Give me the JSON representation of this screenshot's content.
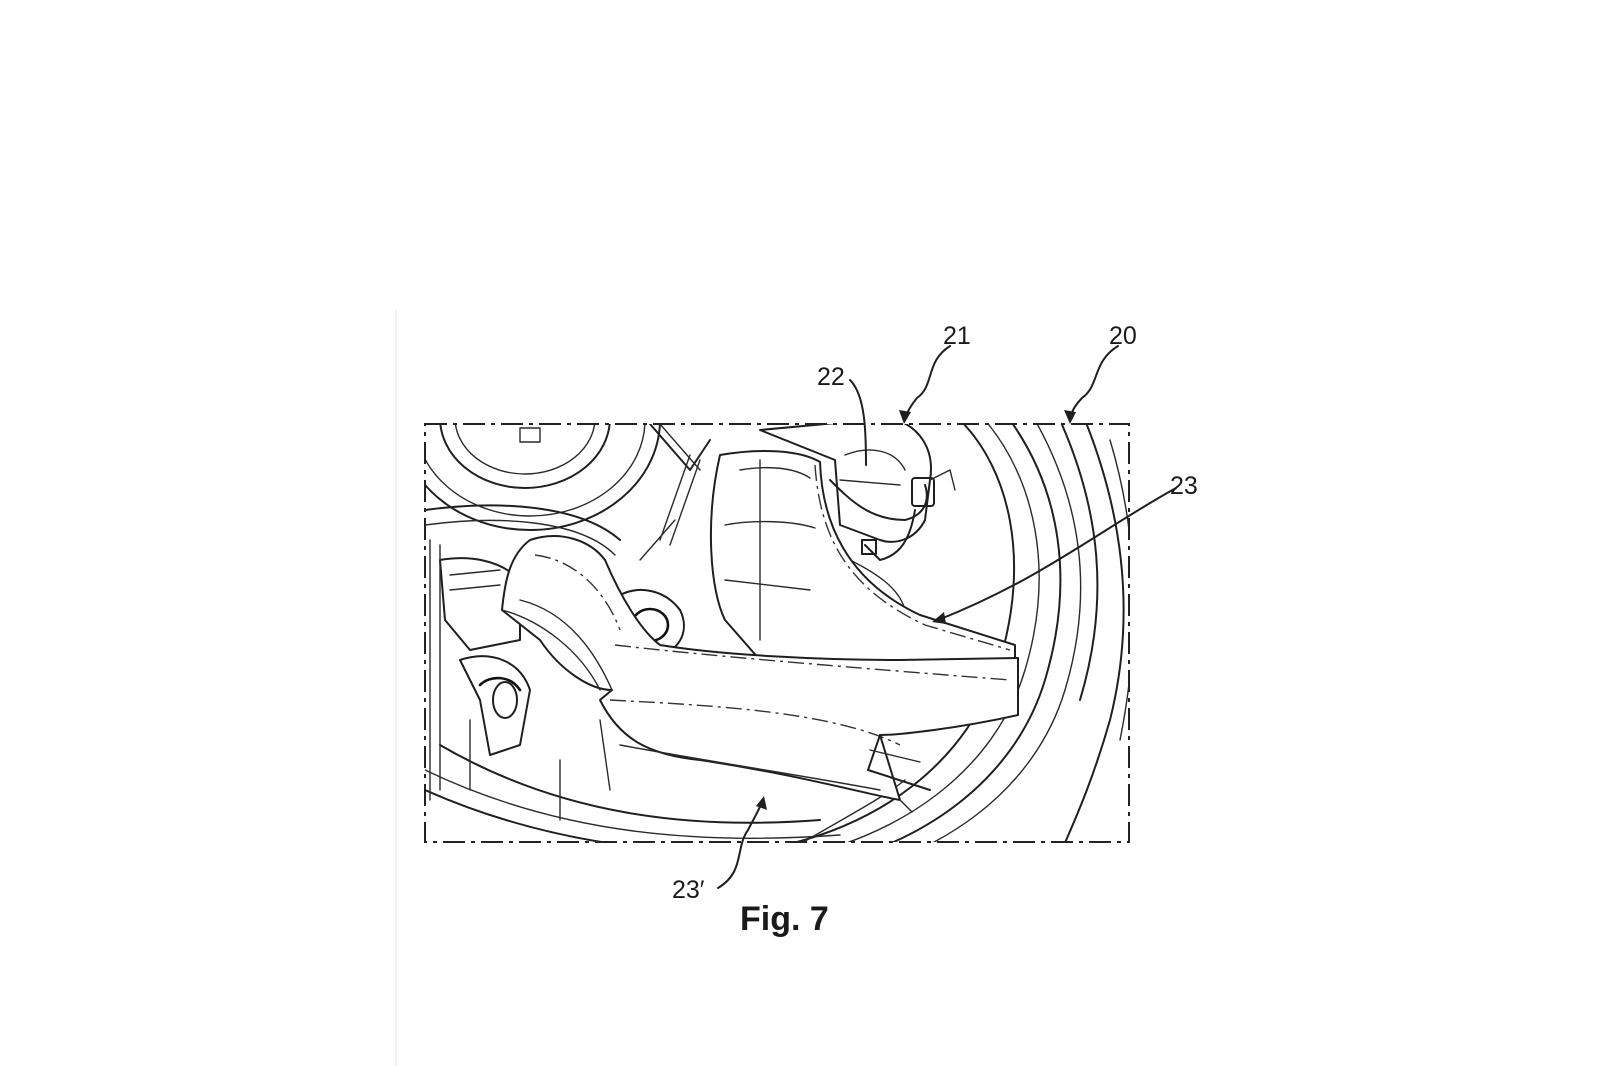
{
  "figure": {
    "caption": "Fig. 7"
  },
  "reference_numerals": {
    "r20": "20",
    "r21": "21",
    "r22": "22",
    "r23": "23",
    "r23_prime": "23′"
  },
  "colors": {
    "background": "#ffffff",
    "line": "#1f1f1f"
  }
}
